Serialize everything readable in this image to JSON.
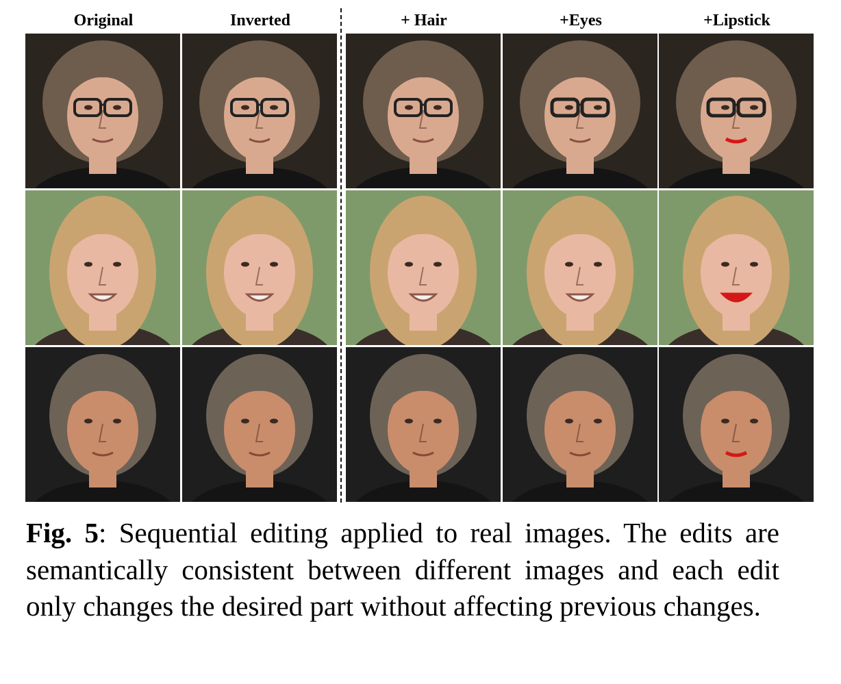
{
  "figure": {
    "columns": [
      {
        "label": "Original"
      },
      {
        "label": "Inverted"
      },
      {
        "label": "+ Hair"
      },
      {
        "label": "+Eyes"
      },
      {
        "label": "+Lipstick"
      }
    ],
    "rows": [
      {
        "subject": "older woman with curly gray hair and glasses",
        "background_color": "#2b2520",
        "hair_color": "#6e5d4c",
        "skin_color": "#d9a98f",
        "glasses": true
      },
      {
        "subject": "young blonde woman smiling",
        "background_color": "#7f9a6a",
        "hair_color": "#caa470",
        "skin_color": "#e9b8a2",
        "glasses": false
      },
      {
        "subject": "middle-aged man with gray hair",
        "background_color": "#1e1e1e",
        "hair_color": "#6d6256",
        "skin_color": "#c98d6c",
        "glasses": false
      }
    ],
    "lipstick_color": "#d41818"
  },
  "caption": {
    "label": "Fig. 5",
    "text": ": Sequential editing applied to real images. The edits are semantically consistent between different images and each edit only changes the desired part without affecting previous changes."
  }
}
